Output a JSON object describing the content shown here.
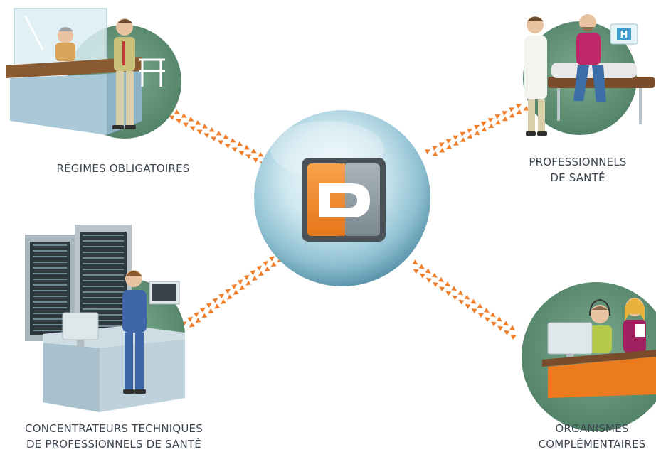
{
  "hub": {
    "logo_letter": "D",
    "logo_colors": {
      "left": "#f08a24",
      "right": "#8e9aa2",
      "frame": "#4a5258"
    },
    "sphere_colors": {
      "center": "#f4fbfd",
      "mid": "#bfe0ea",
      "edge": "#6fa7bc"
    }
  },
  "arrow_color": "#f07f2c",
  "nodes": [
    {
      "id": "regimes",
      "lines": [
        "RÉGIMES OBLIGATOIRES"
      ],
      "illustration": "counter-desk-scene",
      "circle_color": "#5f8f74"
    },
    {
      "id": "professionnels",
      "lines": [
        "PROFESSIONNELS",
        "DE SANTÉ"
      ],
      "illustration": "doctor-patient-scene",
      "circle_color": "#5f8f74"
    },
    {
      "id": "concentrateurs",
      "lines": [
        "CONCENTRATEURS TECHNIQUES",
        "DE PROFESSIONNELS DE SANTÉ"
      ],
      "illustration": "server-room-scene",
      "circle_color": "#5f8f74"
    },
    {
      "id": "organismes",
      "lines": [
        "ORGANISMES",
        "COMPLÉMENTAIRES"
      ],
      "illustration": "call-center-scene",
      "circle_color": "#5f8f74"
    }
  ]
}
